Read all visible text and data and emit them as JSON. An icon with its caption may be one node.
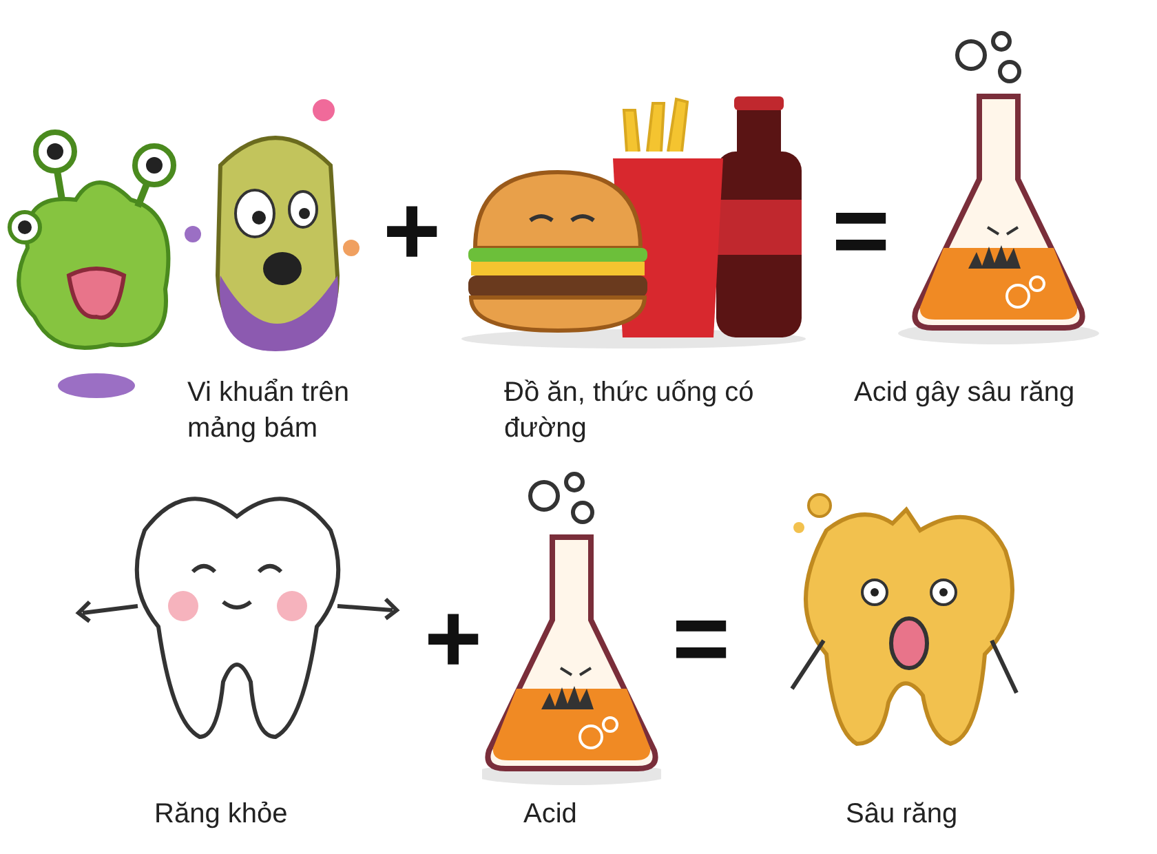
{
  "diagram": {
    "labels": [
      "+",
      "=",
      "Vi khuẩn trên mảng bám",
      "Đồ ăn, thức uống có đường",
      "Acid gây sâu răng",
      "+",
      "=",
      "Răng khỏe",
      "Acid",
      "Sâu răng"
    ]
  }
}
